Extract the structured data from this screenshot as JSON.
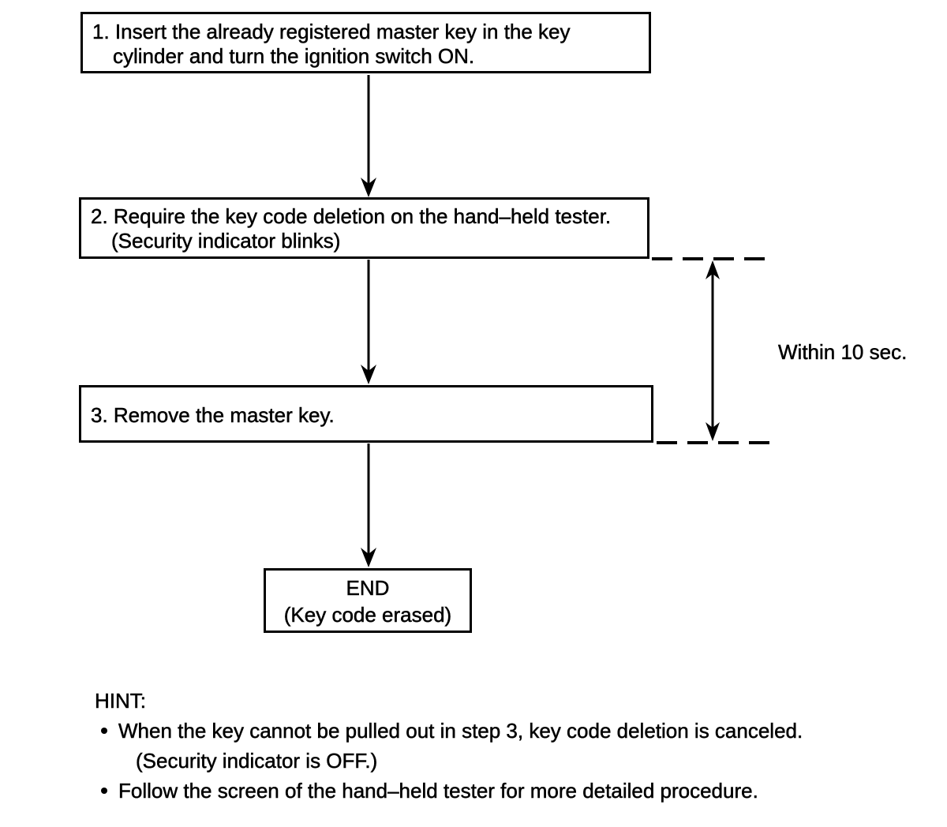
{
  "page": {
    "background": "#ffffff",
    "ink": "#000000"
  },
  "flowchart": {
    "steps": [
      {
        "id": "1",
        "lines": [
          "1. Insert the already registered master key in the key",
          "cylinder and turn the ignition switch ON."
        ]
      },
      {
        "id": "2",
        "lines": [
          "2. Require the key code deletion on the hand–held tester.",
          "(Security indicator blinks)"
        ]
      },
      {
        "id": "3",
        "lines": [
          "3. Remove the master key."
        ]
      }
    ],
    "end": {
      "lines": [
        "END",
        "(Key code erased)"
      ]
    },
    "timing_label": "Within 10 sec."
  },
  "hint": {
    "title": "HINT:",
    "items": [
      {
        "lines": [
          "When the key cannot be pulled out in step 3, key code deletion is canceled.",
          "(Security indicator is OFF.)"
        ]
      },
      {
        "lines": [
          "Follow the screen of the hand–held tester for more detailed procedure."
        ]
      }
    ]
  }
}
